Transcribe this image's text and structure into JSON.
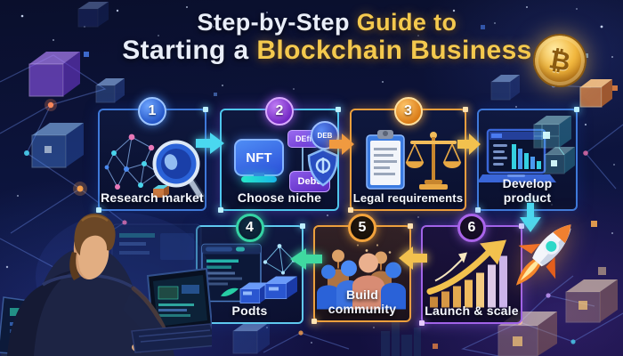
{
  "title": {
    "line1_silver": "Step-by-Step",
    "line1_gold": "Guide to",
    "line2_silver": "Starting a",
    "line2_gold": "Blockchain Business"
  },
  "coin": {
    "symbol": "₿"
  },
  "steps": [
    {
      "number": "1",
      "label": "Research market"
    },
    {
      "number": "2",
      "label": "Choose niche",
      "tags": {
        "nft": "NFT",
        "defi": "DEfi",
        "deb3": "Deb3",
        "coin": "DEB"
      }
    },
    {
      "number": "3",
      "label": "Legal requirements"
    },
    {
      "label": "Develop product"
    },
    {
      "number": "4",
      "label": "Podts"
    },
    {
      "number": "5",
      "label": "Build community"
    },
    {
      "number": "6",
      "label": "Launch & scale"
    }
  ],
  "colors": {
    "background_navy": "#0c1233",
    "title_silver": "#e9eef9",
    "title_gold": "#f4c94e",
    "coin_gold": "#f3b93f",
    "arrow_cyan": "#4ad8f0",
    "arrow_orange": "#f09a40",
    "arrow_gold": "#f2c14e",
    "arrow_green": "#3fd9a0",
    "badge_blue": "#2f6fd8",
    "badge_purple": "#8a3fd6",
    "badge_orange": "#e8922f",
    "badge_teal_ring": "#35d3a4",
    "badge_purple_ring": "#a964ea",
    "border_blue": "#3f79d9",
    "border_orange": "#ec9f3d"
  }
}
